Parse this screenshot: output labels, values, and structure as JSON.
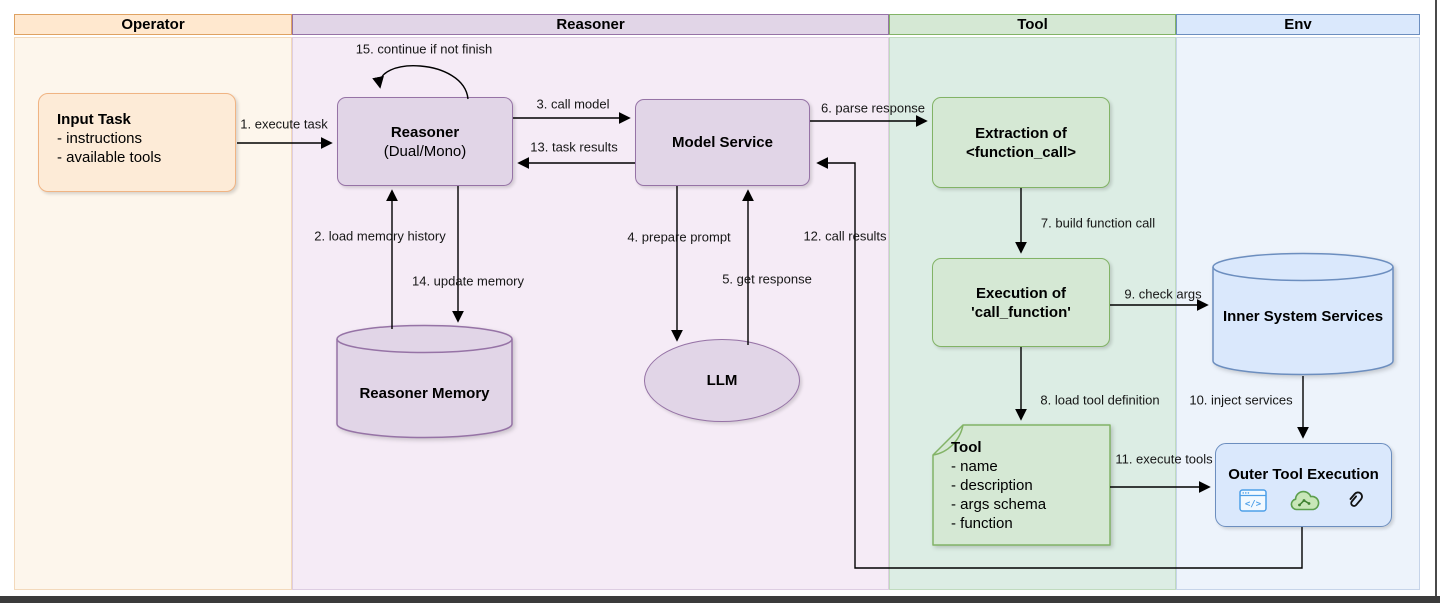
{
  "diagram": {
    "lanes": [
      {
        "id": "operator",
        "title": "Operator"
      },
      {
        "id": "reasoner",
        "title": "Reasoner"
      },
      {
        "id": "tool",
        "title": "Tool"
      },
      {
        "id": "env",
        "title": "Env"
      }
    ],
    "nodes": {
      "input_task": {
        "title": "Input Task",
        "items": [
          "- instructions",
          "- available tools"
        ]
      },
      "reasoner": {
        "title": "Reasoner",
        "subtitle": "(Dual/Mono)"
      },
      "model_service": {
        "title": "Model Service"
      },
      "reasoner_memory": {
        "title": "Reasoner Memory"
      },
      "llm": {
        "title": "LLM"
      },
      "extraction": {
        "title": "Extraction of",
        "subtitle": "<function_call>"
      },
      "execution": {
        "title": "Execution of",
        "subtitle": "'call_function'"
      },
      "tool_note": {
        "title": "Tool",
        "items": [
          "- name",
          "- description",
          "- args schema",
          "- function"
        ]
      },
      "inner_system_services": {
        "title": "Inner System Services"
      },
      "outer_tool_execution": {
        "title": "Outer Tool Execution",
        "icons": [
          "code-window-icon",
          "cloud-graph-icon",
          "paperclip-icon"
        ]
      }
    },
    "edges": {
      "e1": {
        "label": "1. execute task"
      },
      "e2": {
        "label": "2. load memory history"
      },
      "e3": {
        "label": "3. call model"
      },
      "e4": {
        "label": "4. prepare prompt"
      },
      "e5": {
        "label": "5. get response"
      },
      "e6": {
        "label": "6. parse response"
      },
      "e7": {
        "label": "7. build function call"
      },
      "e8": {
        "label": "8. load tool definition"
      },
      "e9": {
        "label": "9. check args"
      },
      "e10": {
        "label": "10. inject services"
      },
      "e11": {
        "label": "11. execute tools"
      },
      "e12": {
        "label": "12. call results"
      },
      "e13": {
        "label": "13. task results"
      },
      "e14": {
        "label": "14. update memory"
      },
      "e15": {
        "label": "15. continue if not finish"
      }
    },
    "colors": {
      "orange_fill": "#FDEBD7",
      "orange_stroke": "#F0B483",
      "purple_fill": "#E1D5E7",
      "purple_stroke": "#9673A6",
      "green_fill": "#D5E8D4",
      "green_stroke": "#82B366",
      "blue_fill": "#DAE8FC",
      "blue_stroke": "#6C8EBF",
      "edge_stroke": "#000000"
    }
  }
}
